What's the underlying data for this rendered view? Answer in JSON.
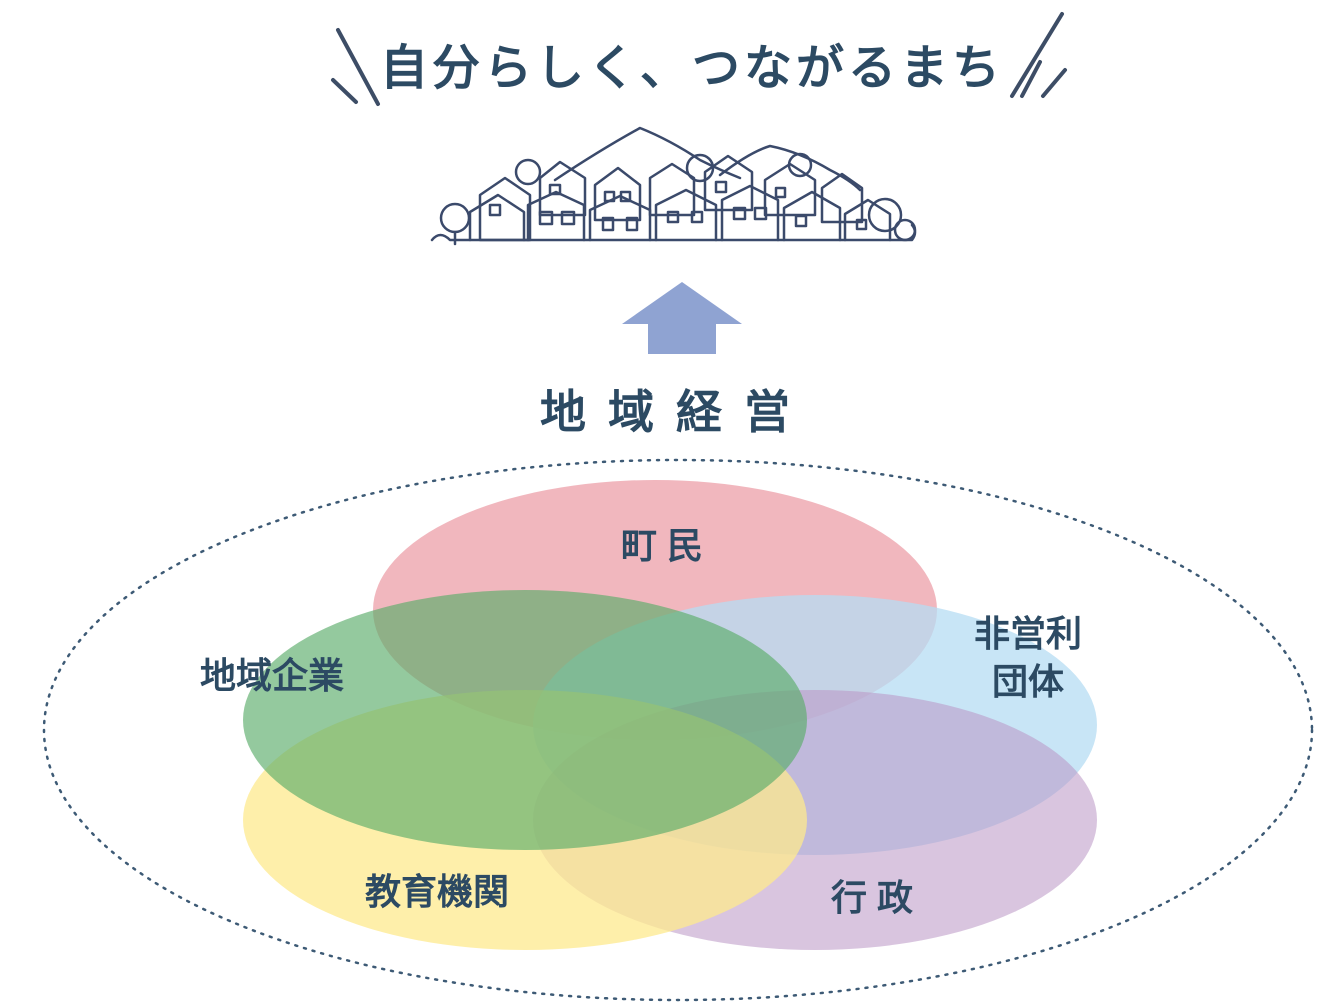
{
  "tagline": "自分らしく、つながるまち",
  "core_label": "地域経営",
  "stakeholders": {
    "residents": "町民",
    "local_business": "地域企業",
    "nonprofit_line1": "非営利",
    "nonprofit_line2": "団体",
    "education": "教育機関",
    "government": "行政"
  },
  "colors": {
    "text": "#2c4a63",
    "arrow": "#8fa3d2",
    "dotted_border": "#3d5a75",
    "residents": "#eda3ac",
    "local_business": "#5aac6a",
    "nonprofit": "#b5dcf3",
    "education": "#fde98e",
    "government": "#b996c4",
    "town_line": "#3b4a6b"
  },
  "icons": {
    "town": "town-illustration",
    "arrow": "up-arrow-icon"
  }
}
